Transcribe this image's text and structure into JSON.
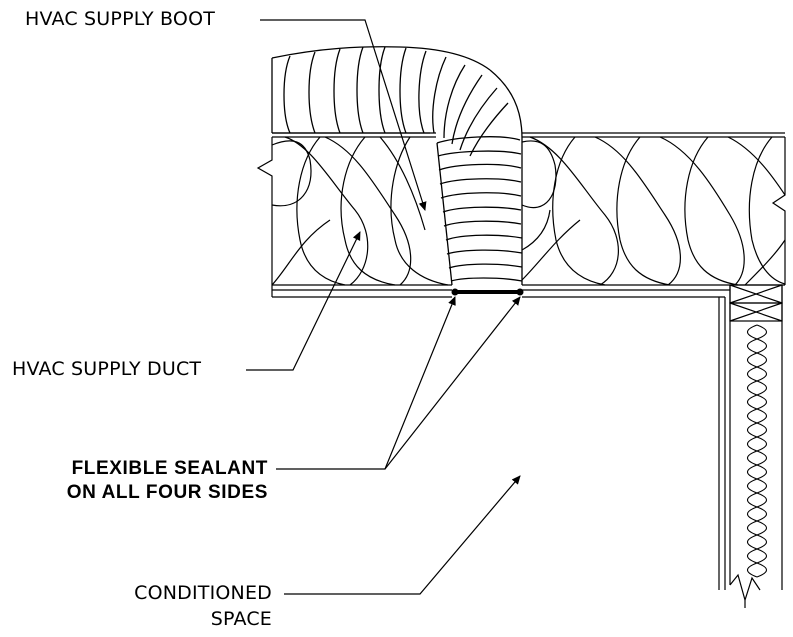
{
  "labels": {
    "supply_boot": "HVAC SUPPLY BOOT",
    "supply_duct": "HVAC SUPPLY DUCT",
    "sealant_line1": "FLEXIBLE SEALANT",
    "sealant_line2": "ON ALL FOUR SIDES",
    "conditioned_line1": "CONDITIONED",
    "conditioned_line2": "SPACE"
  }
}
